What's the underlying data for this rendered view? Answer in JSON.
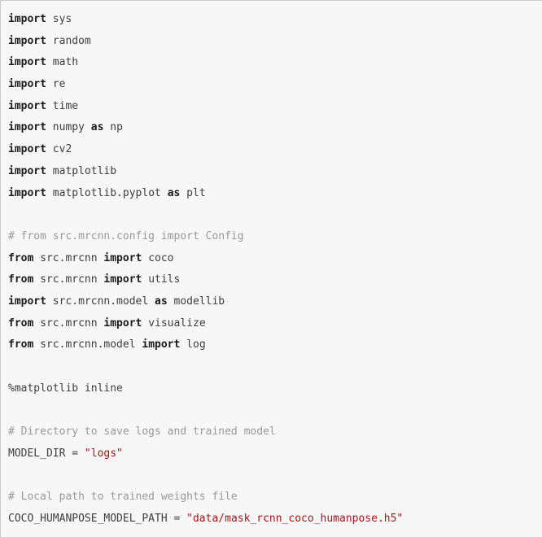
{
  "editor": {
    "kind": "notebook-code-cell",
    "language": "python",
    "background": "#f7f7f7",
    "border_color": "#cccccc",
    "colors": {
      "plain": "#3d3d3d",
      "keyword": "#1a1a1a",
      "comment": "#999999",
      "string": "#a31515"
    },
    "lines": [
      [
        {
          "text": "import",
          "type": "keyword"
        },
        {
          "text": " sys",
          "type": "plain"
        }
      ],
      [
        {
          "text": "import",
          "type": "keyword"
        },
        {
          "text": " random",
          "type": "plain"
        }
      ],
      [
        {
          "text": "import",
          "type": "keyword"
        },
        {
          "text": " math",
          "type": "plain"
        }
      ],
      [
        {
          "text": "import",
          "type": "keyword"
        },
        {
          "text": " re",
          "type": "plain"
        }
      ],
      [
        {
          "text": "import",
          "type": "keyword"
        },
        {
          "text": " time",
          "type": "plain"
        }
      ],
      [
        {
          "text": "import",
          "type": "keyword"
        },
        {
          "text": " numpy ",
          "type": "plain"
        },
        {
          "text": "as",
          "type": "keyword"
        },
        {
          "text": " np",
          "type": "plain"
        }
      ],
      [
        {
          "text": "import",
          "type": "keyword"
        },
        {
          "text": " cv2",
          "type": "plain"
        }
      ],
      [
        {
          "text": "import",
          "type": "keyword"
        },
        {
          "text": " matplotlib",
          "type": "plain"
        }
      ],
      [
        {
          "text": "import",
          "type": "keyword"
        },
        {
          "text": " matplotlib.pyplot ",
          "type": "plain"
        },
        {
          "text": "as",
          "type": "keyword"
        },
        {
          "text": " plt",
          "type": "plain"
        }
      ],
      [],
      [
        {
          "text": "# from src.mrcnn.config import Config",
          "type": "comment"
        }
      ],
      [
        {
          "text": "from",
          "type": "keyword"
        },
        {
          "text": " src.mrcnn ",
          "type": "plain"
        },
        {
          "text": "import",
          "type": "keyword"
        },
        {
          "text": " coco",
          "type": "plain"
        }
      ],
      [
        {
          "text": "from",
          "type": "keyword"
        },
        {
          "text": " src.mrcnn ",
          "type": "plain"
        },
        {
          "text": "import",
          "type": "keyword"
        },
        {
          "text": " utils",
          "type": "plain"
        }
      ],
      [
        {
          "text": "import",
          "type": "keyword"
        },
        {
          "text": " src.mrcnn.model ",
          "type": "plain"
        },
        {
          "text": "as",
          "type": "keyword"
        },
        {
          "text": " modellib",
          "type": "plain"
        }
      ],
      [
        {
          "text": "from",
          "type": "keyword"
        },
        {
          "text": " src.mrcnn ",
          "type": "plain"
        },
        {
          "text": "import",
          "type": "keyword"
        },
        {
          "text": " visualize",
          "type": "plain"
        }
      ],
      [
        {
          "text": "from",
          "type": "keyword"
        },
        {
          "text": " src.mrcnn.model ",
          "type": "plain"
        },
        {
          "text": "import",
          "type": "keyword"
        },
        {
          "text": " log",
          "type": "plain"
        }
      ],
      [],
      [
        {
          "text": "%matplotlib inline",
          "type": "plain"
        }
      ],
      [],
      [
        {
          "text": "# Directory to save logs and trained model",
          "type": "comment"
        }
      ],
      [
        {
          "text": "MODEL_DIR = ",
          "type": "plain"
        },
        {
          "text": "\"logs\"",
          "type": "string"
        }
      ],
      [],
      [
        {
          "text": "# Local path to trained weights file",
          "type": "comment"
        }
      ],
      [
        {
          "text": "COCO_HUMANPOSE_MODEL_PATH = ",
          "type": "plain"
        },
        {
          "text": "\"data/mask_rcnn_coco_humanpose.h5\"",
          "type": "string"
        }
      ]
    ]
  }
}
